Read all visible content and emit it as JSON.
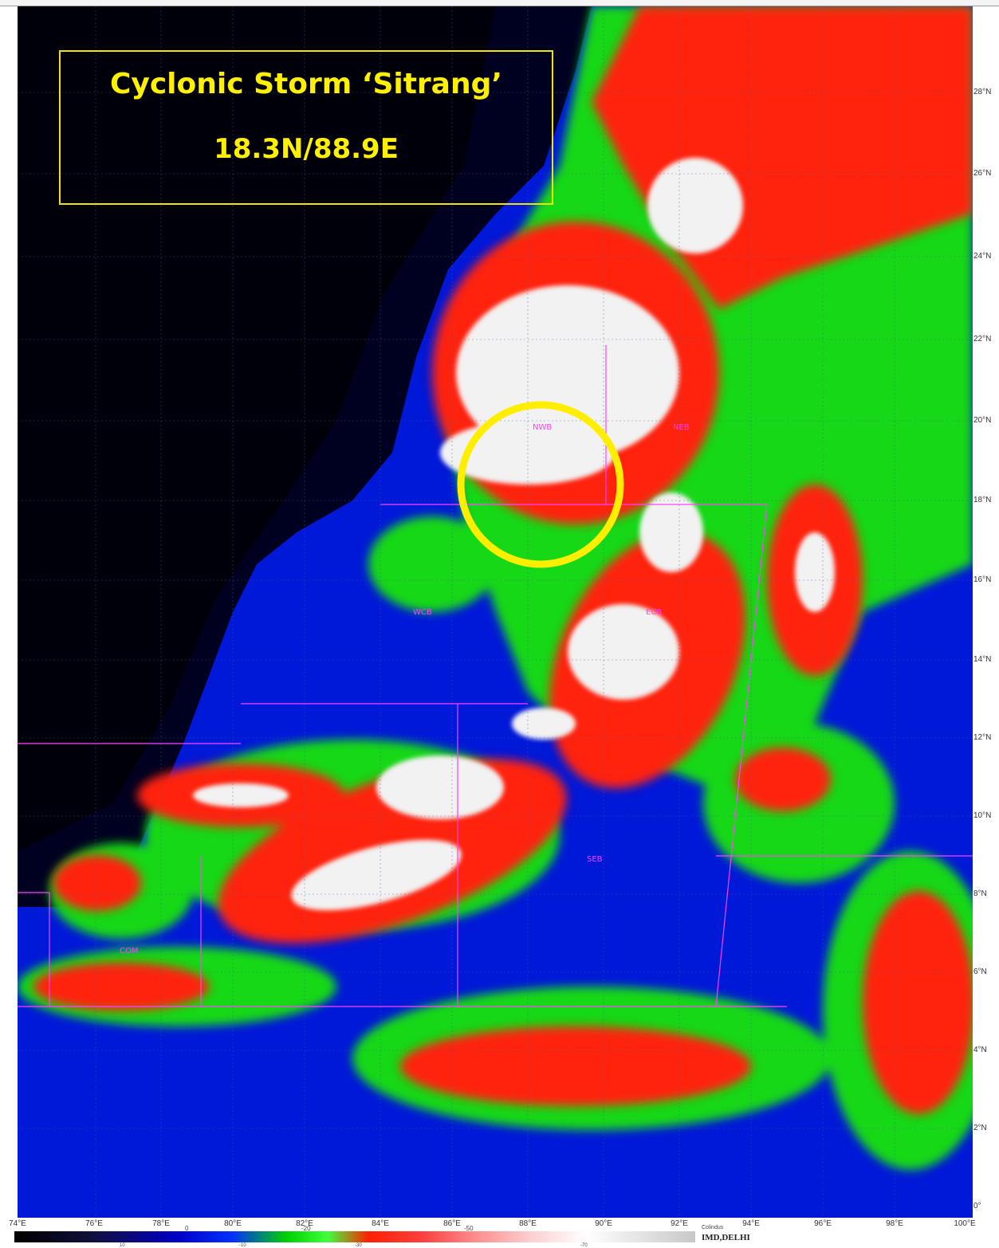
{
  "title": {
    "line1": "Cyclonic Storm ‘Sitrang’",
    "line2": "18.3N/88.9E"
  },
  "lat_labels": [
    "28°N",
    "26°N",
    "24°N",
    "22°N",
    "20°N",
    "18°N",
    "16°N",
    "14°N",
    "12°N",
    "10°N",
    "8°N",
    "6°N",
    "4°N",
    "2°N",
    "0°"
  ],
  "lon_labels": [
    "74°E",
    "76°E",
    "78°E",
    "80°E",
    "82°E",
    "84°E",
    "86°E",
    "88°E",
    "90°E",
    "92°E",
    "94°E",
    "96°E",
    "98°E",
    "100°E"
  ],
  "region_labels": [
    "NWB",
    "NEB",
    "WCB",
    "ECB",
    "SEB",
    "COM"
  ],
  "colorbar": {
    "upper_ticks": [
      "0",
      "-20",
      "-50"
    ],
    "lower_ticks": [
      "10",
      "-10",
      "-30",
      "-70"
    ]
  },
  "credit": {
    "small": "Colindus",
    "big": "IMD,DELHI"
  },
  "colors": {
    "title_text": "#ffef00",
    "marker_circle": "#ffee00",
    "region_lines": "#ff40ff"
  }
}
